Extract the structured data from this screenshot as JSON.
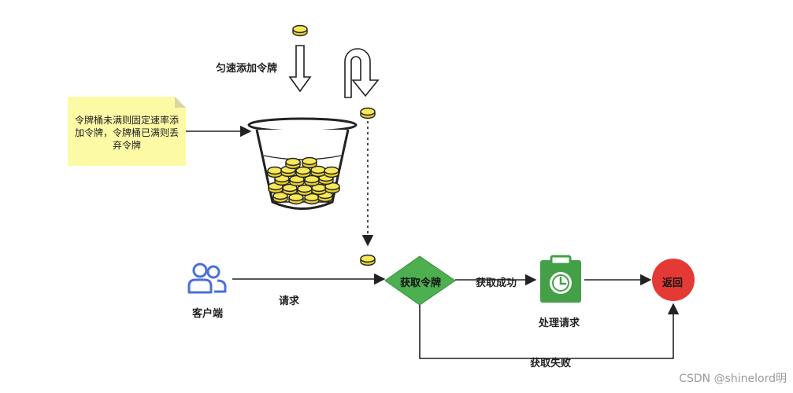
{
  "labels": {
    "uniform_add": "匀速添加令牌",
    "note": "令牌桶未满则固定速率添加令牌，令牌桶已满则丢弃令牌",
    "client": "客户端",
    "request": "请求",
    "get_token": "获取令牌",
    "get_success": "获取成功",
    "process_request": "处理请求",
    "return": "返回",
    "get_fail": "获取失败"
  },
  "watermark": "CSDN @shinelord明",
  "colors": {
    "diamond": "#4caf50",
    "return_circle": "#e53935",
    "clipboard": "#43a047",
    "client_icon": "#4a6fdc",
    "note_bg": "#fdfaa6",
    "coin": "#f2dd2e"
  },
  "icons": {
    "client": "users-icon",
    "process": "clipboard-clock-icon",
    "coin": "coin-icon"
  }
}
